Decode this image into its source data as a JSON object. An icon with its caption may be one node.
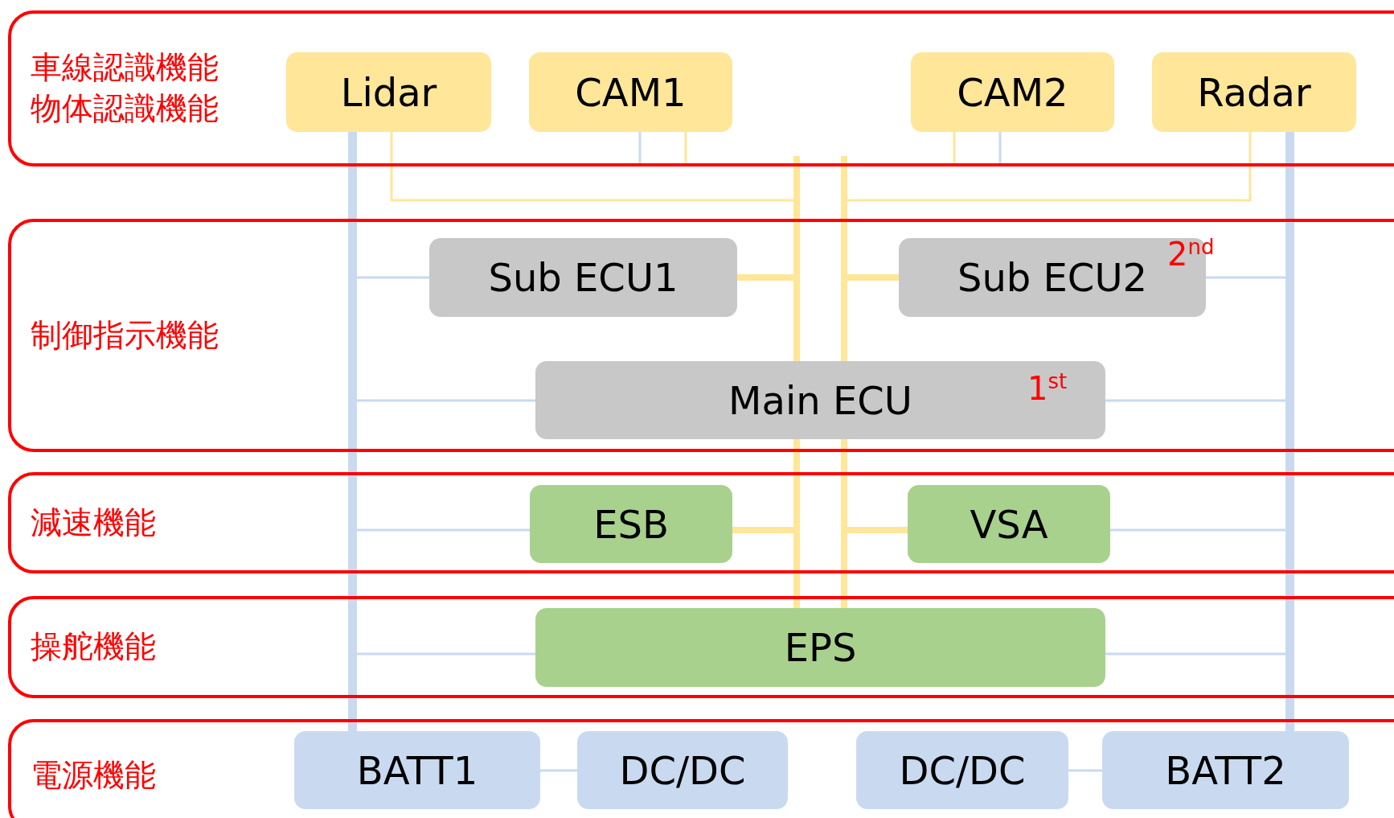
{
  "diagram": {
    "nodes": [
      {
        "text": [
          "車線認識機能",
          "物体認識機能"
        ]
      },
      {
        "text": [
          "Lidar"
        ],
        "in": 0
      },
      {
        "text": [
          "CAM1"
        ],
        "in": 0
      },
      {
        "text": [
          "CAM2"
        ],
        "in": 0
      },
      {
        "text": [
          "Radar"
        ],
        "in": 0
      },
      {
        "text": [
          "制御指示機能"
        ]
      },
      {
        "text": [
          "Sub ECU1"
        ],
        "in": 5
      },
      {
        "text": [
          "Sub ECU2",
          "2$^{nd}$"
        ],
        "in": 5
      },
      {
        "text": [
          "Main ECU",
          "1$^{st}$"
        ],
        "in": 5
      },
      {
        "text": [
          "減速機能"
        ]
      },
      {
        "text": [
          "ESB"
        ],
        "in": 9
      },
      {
        "text": [
          "VSA"
        ],
        "in": 9
      },
      {
        "text": [
          "操舵機能"
        ]
      },
      {
        "text": [
          "EPS"
        ],
        "in": 12
      },
      {
        "text": [
          "電源機能"
        ]
      },
      {
        "text": [
          "BATT1"
        ],
        "in": 14
      },
      {
        "text": [
          "DC/DC"
        ],
        "in": 14
      },
      {
        "text": [
          "DC/DC"
        ],
        "in": 14
      },
      {
        "text": [
          "BATT2"
        ],
        "in": 14
      },
      {
        "text": [],
        "shape": "bar"
      },
      {
        "text": [],
        "shape": "bar"
      },
      {
        "text": [],
        "shape": "bar"
      },
      {
        "text": [],
        "shape": "bar"
      },
      {
        "text": [],
        "shape": "bar"
      },
      {
        "text": [],
        "shape": "bar"
      }
    ],
    "edges": [
      {
        "from": 19,
        "to": 6,
        "arrow": "none"
      },
      {
        "from": 19,
        "to": 8,
        "arrow": "none"
      },
      {
        "from": 19,
        "to": 10,
        "arrow": "none"
      },
      {
        "from": 19,
        "to": 13,
        "arrow": "none"
      },
      {
        "from": 22,
        "to": 7,
        "arrow": "none"
      },
      {
        "from": 22,
        "to": 8,
        "arrow": "none"
      },
      {
        "from": 22,
        "to": 11,
        "arrow": "none"
      },
      {
        "from": 22,
        "to": 13,
        "arrow": "none"
      },
      {
        "from": 15,
        "to": 16,
        "arrow": "none"
      },
      {
        "from": 17,
        "to": 18,
        "arrow": "none"
      },
      {
        "from": 2,
        "to": null,
        "arrow": "none"
      },
      {
        "from": 2,
        "to": null,
        "arrow": "none",
        "color": "#ffe699"
      },
      {
        "from": 3,
        "to": null,
        "arrow": "none",
        "color": "#ffe699"
      },
      {
        "from": 3,
        "to": null,
        "arrow": "none"
      },
      {
        "from": 1,
        "to": 20,
        "arrow": "none",
        "color": "#ffe699"
      },
      {
        "from": 4,
        "to": 21,
        "arrow": "none",
        "color": "#ffe699"
      },
      {
        "from": 6,
        "to": 20,
        "arrow": "none",
        "style": "thick",
        "color": "#ffe699"
      },
      {
        "from": 10,
        "to": 23,
        "arrow": "none",
        "style": "thick",
        "color": "#ffe699"
      },
      {
        "from": 7,
        "to": 21,
        "arrow": "none",
        "style": "thick",
        "color": "#ffe699"
      },
      {
        "from": 11,
        "to": 24,
        "arrow": "none",
        "style": "thick",
        "color": "#ffe699"
      }
    ]
  }
}
